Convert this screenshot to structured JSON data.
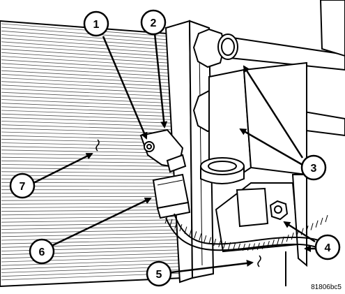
{
  "figure": {
    "reference_code": "81806bc5",
    "callouts": [
      {
        "id": "1",
        "label": "1"
      },
      {
        "id": "2",
        "label": "2"
      },
      {
        "id": "3",
        "label": "3"
      },
      {
        "id": "4",
        "label": "4"
      },
      {
        "id": "5",
        "label": "5"
      },
      {
        "id": "6",
        "label": "6"
      },
      {
        "id": "7",
        "label": "7"
      }
    ]
  }
}
